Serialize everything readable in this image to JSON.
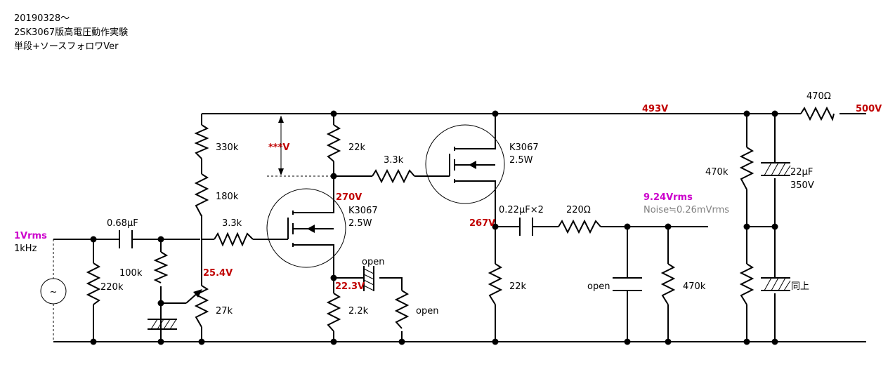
{
  "header": {
    "line1": "20190328～",
    "line2": "2SK3067版高電圧動作実験",
    "line3": "単段+ソースフォロワVer"
  },
  "input": {
    "level": "1Vrms",
    "freq": "1kHz",
    "source_symbol": "~"
  },
  "components": {
    "r_220k": "220k",
    "c_in": "0.68μF",
    "r_100k": "100k",
    "r_330k": "330k",
    "r_180k": "180k",
    "r_27k": "27k",
    "r_gate1": "3.3k",
    "r_drain1": "22k",
    "r_gate2": "3.3k",
    "r_source1": "2.2k",
    "c_bypass": "open",
    "r_bypass": "open",
    "fet1_part": "K3067",
    "fet1_power": "2.5W",
    "fet2_part": "K3067",
    "fet2_power": "2.5W",
    "r_source2": "22k",
    "c_out": "0.22μF×2",
    "r_out": "220Ω",
    "c_shunt": "open",
    "r_load": "470k",
    "r_supply": "470Ω",
    "r_div_top": "470k",
    "c_supply_top": "22μF",
    "c_supply_top_v": "350V",
    "c_supply_bottom": "同上"
  },
  "voltages": {
    "gate_gap": "***V",
    "gate1": "25.4V",
    "drain1": "270V",
    "source1": "22.3V",
    "source2": "267V",
    "rail": "493V",
    "supply": "500V"
  },
  "output": {
    "level": "9.24Vrms",
    "noise": "Noise≒0.26mVrms"
  },
  "colors": {
    "voltage": "#c00000",
    "io_level": "#cc00cc",
    "noise": "#808080",
    "wire": "#000000"
  }
}
